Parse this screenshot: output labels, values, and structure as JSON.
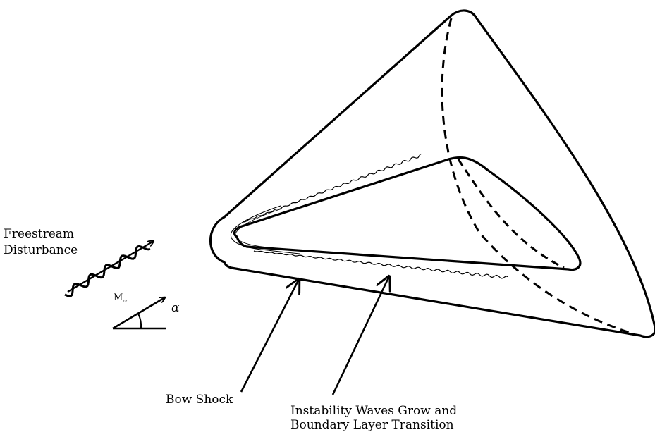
{
  "labels": {
    "freestream_line1": "Freestream",
    "freestream_line2": "Disturbance",
    "mach": "M",
    "mach_sub": "∞",
    "alpha": "α",
    "bow_shock": "Bow Shock",
    "instability_line1": "Instability Waves Grow and",
    "instability_line2": "Boundary Layer Transition"
  },
  "colors": {
    "ink": "#000000",
    "background": "#ffffff"
  }
}
